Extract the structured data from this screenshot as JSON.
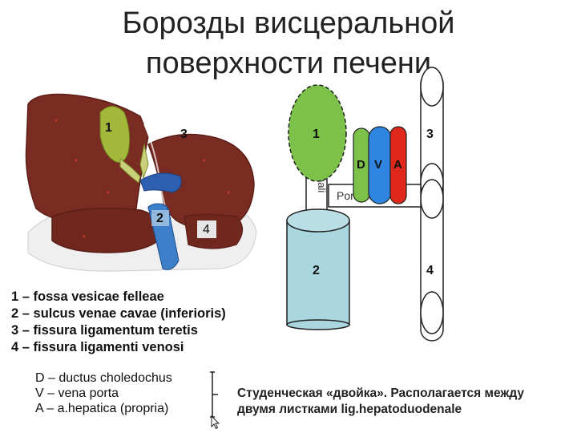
{
  "title": {
    "line1": "Борозды висцеральной",
    "line2": "поверхности печени"
  },
  "liver_labels": {
    "n1": "1",
    "n2": "2",
    "n3": "3",
    "n4": "4"
  },
  "scheme_labels": {
    "n1": "1",
    "n2": "2",
    "n3": "3",
    "n4": "4",
    "d": "D",
    "v": "V",
    "a": "A",
    "porta": "Porta   is",
    "vertical_text": "nali"
  },
  "legend": [
    "1 – fossa vesicae felleae",
    "2 – sulcus venae cavae (inferioris)",
    "3 – fissura ligamentum teretis",
    "4 – fissura ligamenti  venosi"
  ],
  "legend2": [
    "D – ductus choledochus",
    "V – vena porta",
    "A – a.hepatica  (propria)"
  ],
  "note": {
    "line1": "Студенческая «двойка». Располагается между",
    "line2": "двумя листками lig.hepatoduodenale"
  },
  "colors": {
    "liver": "#7b2c22",
    "gallbladder": "#9fb33a",
    "vena_cava": "#3d7fc9",
    "green": "#7cc14a",
    "blue": "#2e86e0",
    "red": "#e0271b",
    "cyan": "#a9d6df"
  },
  "icons": {
    "cursor": "mouse-pointer-icon",
    "brace": "bracket-icon"
  }
}
